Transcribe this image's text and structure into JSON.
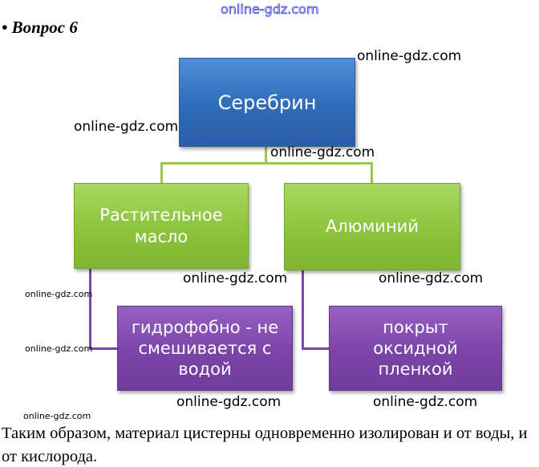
{
  "watermark_top": "online-gdz.com",
  "question_title": "• Вопрос 6",
  "diagram": {
    "root": "Серебрин",
    "level2": [
      "Растительное масло",
      "Алюминий"
    ],
    "level3": [
      "гидрофобно - не смешивается с водой",
      "покрыт оксидной пленкой"
    ]
  },
  "watermarks": [
    "online-gdz.com",
    "online-gdz.com",
    "online-gdz.com",
    "online-gdz.com",
    "online-gdz.com",
    "online-gdz.com",
    "online-gdz.com",
    "online-gdz.com",
    "online-gdz.com",
    "online-gdz.com"
  ],
  "conclusion": "Таким образом, материал цистерны одновременно изолирован и от воды, и от кислорода.",
  "colors": {
    "root": "#3a7bc8",
    "level2": "#8cc43c",
    "level3": "#7b44a8"
  }
}
